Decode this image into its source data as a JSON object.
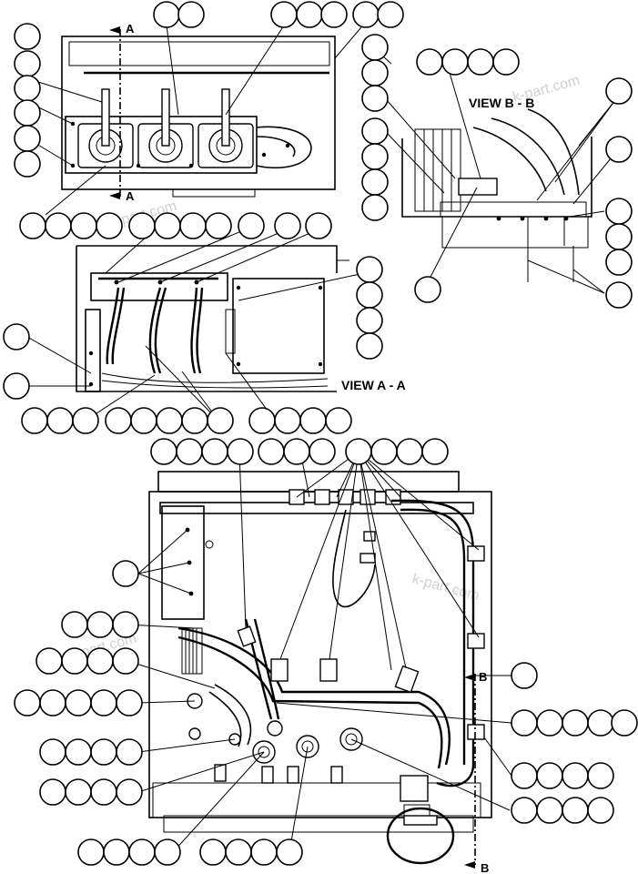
{
  "labels": {
    "section_marker": "A",
    "section_marker_b": "B",
    "view_b_title": "VIEW B - B",
    "view_a_title": "VIEW A - A"
  },
  "watermark": "k-part.com",
  "colors": {
    "line": "#000000",
    "background": "#ffffff",
    "watermark": "#d0d0d0"
  }
}
